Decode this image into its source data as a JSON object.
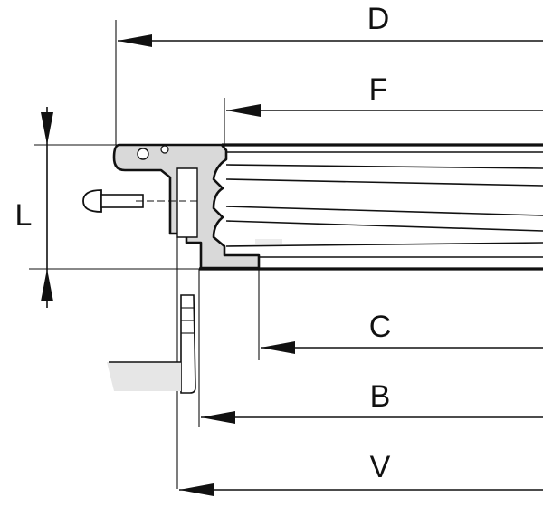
{
  "labels": {
    "D": "D",
    "F": "F",
    "L": "L",
    "C": "C",
    "B": "B",
    "V": "V"
  },
  "colors": {
    "line": "#111111",
    "profile_fill": "#d9d9d9",
    "shadow_fill": "#e6e6e6"
  }
}
